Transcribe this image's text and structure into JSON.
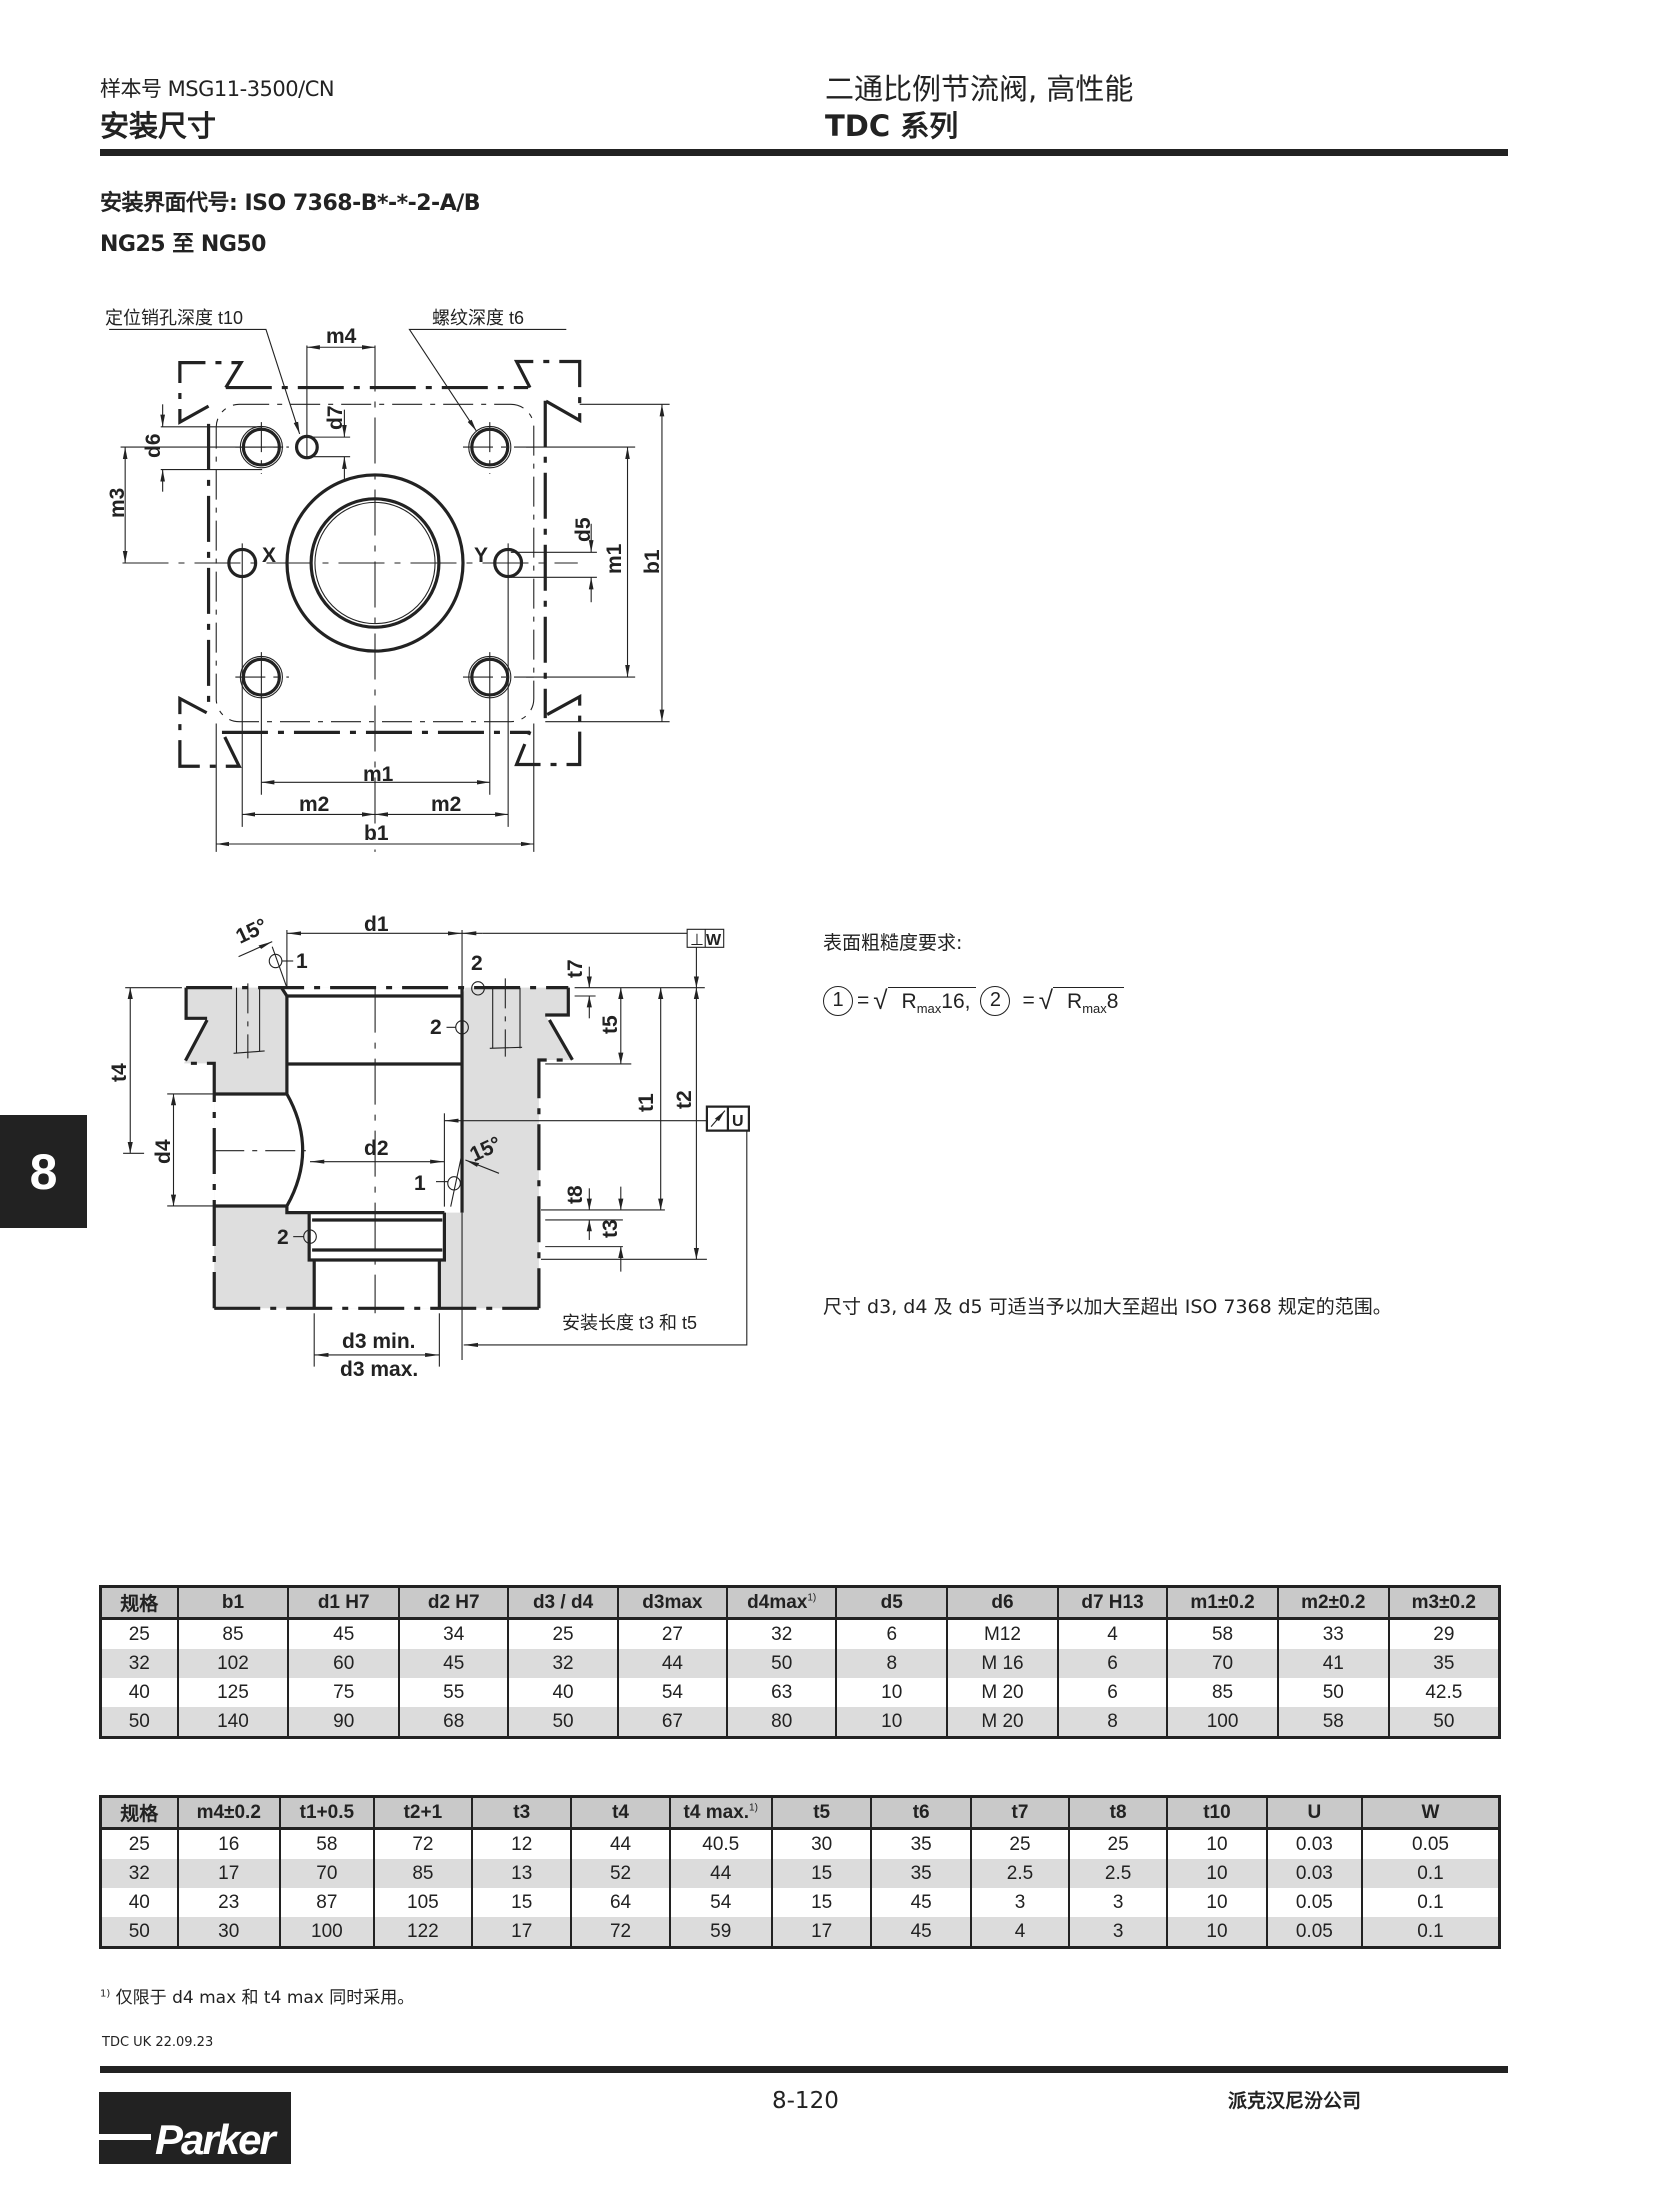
{
  "header": {
    "catalog_no": "样本号 MSG11-3500/CN",
    "section_title": "安装尺寸",
    "product_title": "二通比例节流阀, 高性能",
    "series": "TDC 系列"
  },
  "interface": {
    "code_line": "安装界面代号: ISO 7368-B*-*-2-A/B",
    "size_range": "NG25 至 NG50"
  },
  "plan_labels": {
    "t10_note": "定位销孔深度 t10",
    "t6_note": "螺纹深度 t6",
    "m4": "m4",
    "d7": "d7",
    "d6": "d6",
    "m3": "m3",
    "x": "X",
    "y": "Y",
    "d5": "d5",
    "m1": "m1",
    "b1": "b1",
    "m2": "m2"
  },
  "section_labels": {
    "angle": "15°",
    "marker1": "1",
    "marker2": "2",
    "d1": "d1",
    "w": "W",
    "perp": "⊥",
    "t7": "t7",
    "t5": "t5",
    "t4": "t4",
    "t1": "t1",
    "t2": "t2",
    "u": "U",
    "d2": "d2",
    "d4": "d4",
    "t8": "t8",
    "t3": "t3",
    "install_note": "安装长度 t3 和 t5",
    "d3min": "d3 min.",
    "d3max": "d3 max."
  },
  "roughness": {
    "title": "表面粗糙度要求:",
    "c1": "1",
    "eq": "=",
    "r": "R",
    "sub": "max",
    "v1": "16,",
    "c2": "2",
    "v2": "8"
  },
  "enlarge_note": "尺寸 d3, d4 及 d5 可适当予以加大至超出 ISO 7368 规定的范围。",
  "table1": {
    "headers": [
      {
        "t": "规格"
      },
      {
        "t": "b1"
      },
      {
        "t": "d1 H7"
      },
      {
        "t": "d2 H7"
      },
      {
        "t": "d3 / d4"
      },
      {
        "t": "d3max"
      },
      {
        "t": "d4max",
        "sup": "1)"
      },
      {
        "t": "d5"
      },
      {
        "t": "d6"
      },
      {
        "t": "d7 H13"
      },
      {
        "t": "m1±0.2"
      },
      {
        "t": "m2±0.2"
      },
      {
        "t": "m3±0.2"
      }
    ],
    "rows": [
      [
        "25",
        "85",
        "45",
        "34",
        "25",
        "27",
        "32",
        "6",
        "M12",
        "4",
        "58",
        "33",
        "29"
      ],
      [
        "32",
        "102",
        "60",
        "45",
        "32",
        "44",
        "50",
        "8",
        "M 16",
        "6",
        "70",
        "41",
        "35"
      ],
      [
        "40",
        "125",
        "75",
        "55",
        "40",
        "54",
        "63",
        "10",
        "M 20",
        "6",
        "85",
        "50",
        "42.5"
      ],
      [
        "50",
        "140",
        "90",
        "68",
        "50",
        "67",
        "80",
        "10",
        "M 20",
        "8",
        "100",
        "58",
        "50"
      ]
    ]
  },
  "table2": {
    "headers": [
      {
        "t": "规格"
      },
      {
        "t": "m4±0.2"
      },
      {
        "t": "t1+0.5"
      },
      {
        "t": "t2+1"
      },
      {
        "t": "t3"
      },
      {
        "t": "t4"
      },
      {
        "t": "t4 max.",
        "sup": "1)"
      },
      {
        "t": "t5"
      },
      {
        "t": "t6"
      },
      {
        "t": "t7"
      },
      {
        "t": "t8"
      },
      {
        "t": "t10"
      },
      {
        "t": "U"
      },
      {
        "t": "W"
      }
    ],
    "rows": [
      [
        "25",
        "16",
        "58",
        "72",
        "12",
        "44",
        "40.5",
        "30",
        "35",
        "25",
        "25",
        "10",
        "0.03",
        "0.05"
      ],
      [
        "32",
        "17",
        "70",
        "85",
        "13",
        "52",
        "44",
        "15",
        "35",
        "2.5",
        "2.5",
        "10",
        "0.03",
        "0.1"
      ],
      [
        "40",
        "23",
        "87",
        "105",
        "15",
        "64",
        "54",
        "15",
        "45",
        "3",
        "3",
        "10",
        "0.05",
        "0.1"
      ],
      [
        "50",
        "30",
        "100",
        "122",
        "17",
        "72",
        "59",
        "17",
        "45",
        "4",
        "3",
        "10",
        "0.05",
        "0.1"
      ]
    ]
  },
  "footnote": {
    "mark": "1)",
    "text": "仅限于 d4 max 和 t4 max 同时采用。"
  },
  "footer": {
    "doc_code": "TDC UK 22.09.23",
    "page": "8-120",
    "company": "派克汉尼汾公司",
    "logo_text": "Parker"
  },
  "chapter_tab": "8"
}
